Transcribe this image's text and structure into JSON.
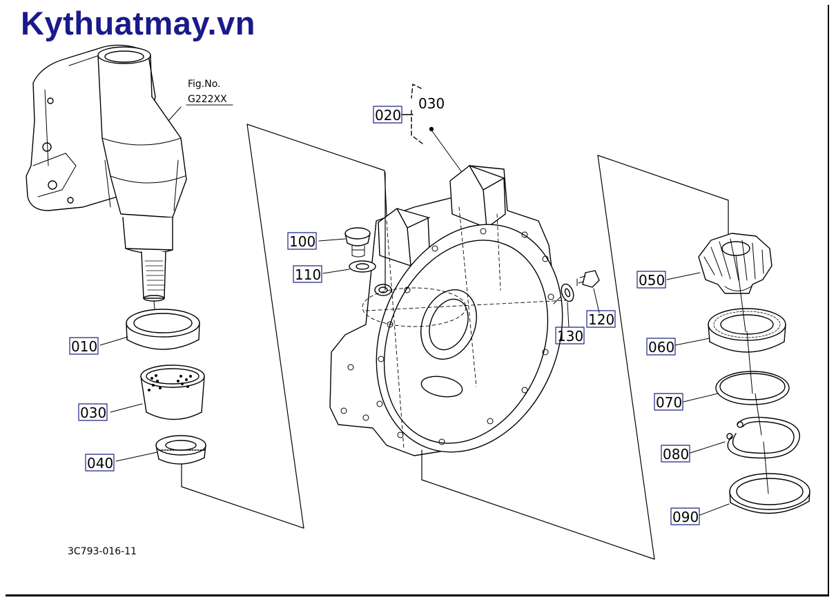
{
  "brand": {
    "text": "Kythuatmay.vn",
    "color": "#1a1a8c"
  },
  "figure_ref": {
    "line1": "Fig.No.",
    "line2": "G222XX"
  },
  "drawing_code": "3C793-016-11",
  "group_label": "030",
  "callouts": {
    "c010": "010",
    "c020": "020",
    "c030": "030",
    "c040": "040",
    "c050": "050",
    "c060": "060",
    "c070": "070",
    "c080": "080",
    "c090": "090",
    "c100": "100",
    "c110": "110",
    "c120": "120",
    "c130": "130"
  },
  "colors": {
    "line": "#000000",
    "callout_box": "#1a237e"
  }
}
